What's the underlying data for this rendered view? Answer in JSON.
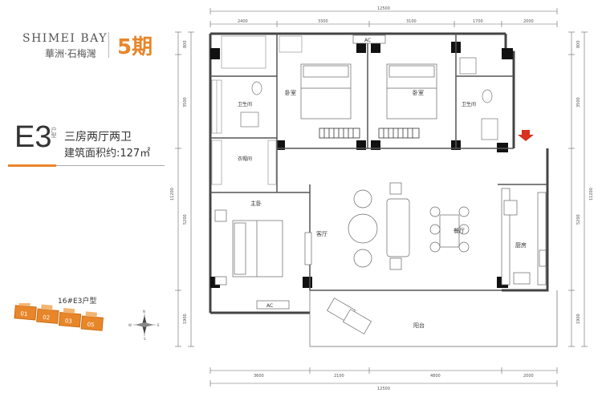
{
  "brand": {
    "name_en": "SHIMEI BAY",
    "name_cn": "華洲·石梅灣",
    "phase": "5期"
  },
  "unit": {
    "code": "E3",
    "code_suffix": "户型",
    "rooms": "三房两厅两卫",
    "area": "建筑面积约:127㎡"
  },
  "building": {
    "label": "16#E3户型",
    "units": [
      "01",
      "02",
      "03",
      "05"
    ]
  },
  "compass": {
    "north": "N",
    "east": "E",
    "south": "S",
    "west": "W"
  },
  "plan": {
    "top_total": "12500",
    "top_segments": [
      "2400",
      "3300",
      "3100",
      "1700",
      "2000"
    ],
    "bottom_total": "12500",
    "bottom_segments": [
      "3600",
      "2100",
      "4800",
      "2000"
    ],
    "left_segments": [
      "800",
      "3500",
      "5200",
      "1900"
    ],
    "left_total": "11200",
    "right_segments": [
      "800",
      "3500",
      "5200",
      "1900"
    ],
    "right_total": "11200",
    "rooms": {
      "bedroom1": "卧室",
      "bedroom2": "卧室",
      "bath1": "卫生间",
      "bath2": "卫生间",
      "closet": "衣帽间",
      "master": "主卧",
      "living": "客厅",
      "dining": "餐厅",
      "kitchen": "厨房",
      "balcony": "阳台",
      "ac": "AC"
    }
  }
}
